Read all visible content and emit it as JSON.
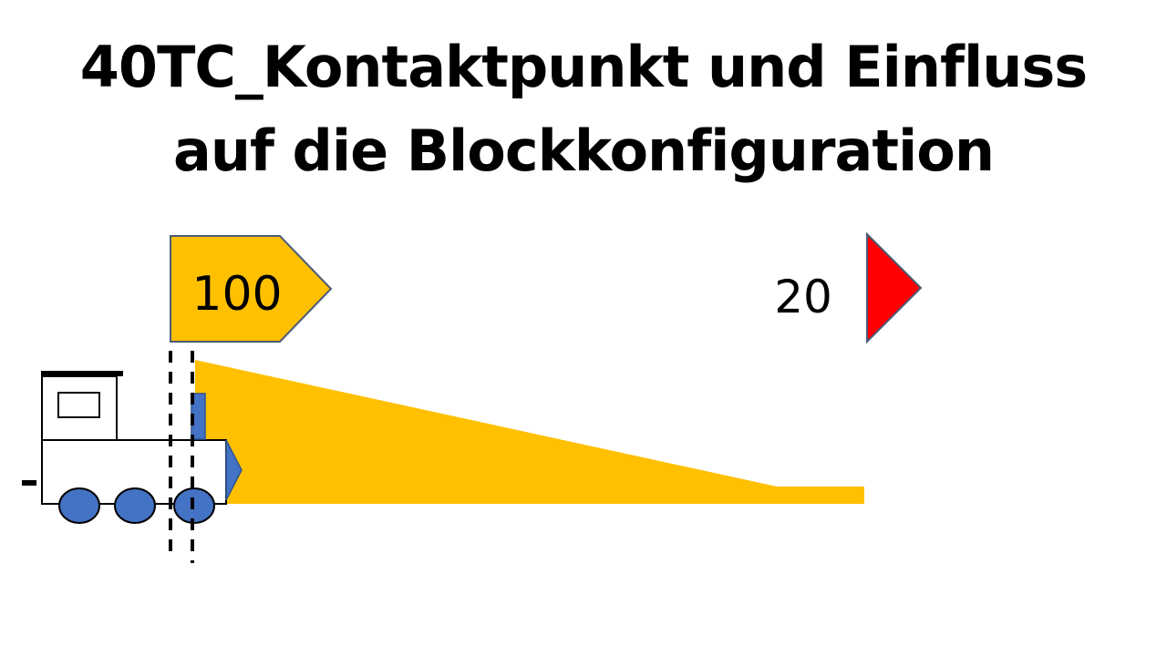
{
  "title": {
    "line1": "40TC_Kontaktpunkt und Einfluss",
    "line2": "auf die Blockkonfiguration"
  },
  "speed_signs": {
    "current": "100",
    "target": "20"
  },
  "colors": {
    "yellow": "#ffc000",
    "sign_border": "#4a5a78",
    "red": "#ff0000",
    "wheel": "#4472c4",
    "outline": "#000000"
  }
}
